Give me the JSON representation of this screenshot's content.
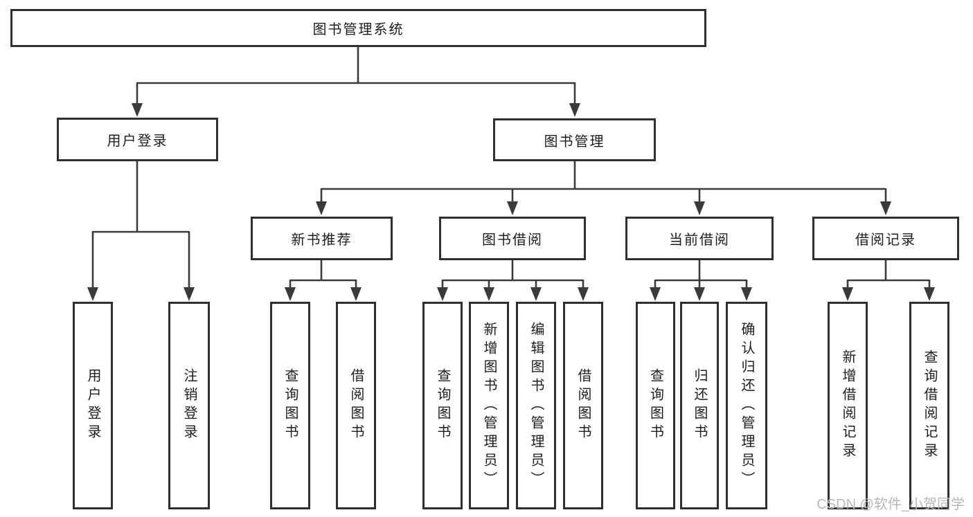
{
  "diagram": {
    "root": {
      "label": "图书管理系统"
    },
    "level2": [
      {
        "label": "用户登录"
      },
      {
        "label": "图书管理"
      }
    ],
    "level3": [
      {
        "label": "新书推荐"
      },
      {
        "label": "图书借阅"
      },
      {
        "label": "当前借阅"
      },
      {
        "label": "借阅记录"
      }
    ],
    "leaves": {
      "user_login": [
        "用户登录",
        "注销登录"
      ],
      "new_books": [
        "查询图书",
        "借阅图书"
      ],
      "book_borrow": [
        "查询图书",
        "新增图书（管理员）",
        "编辑图书（管理员）",
        "借阅图书"
      ],
      "current_borrow": [
        "查询图书",
        "归还图书",
        "确认归还（管理员）"
      ],
      "borrow_records": [
        "新增借阅记录",
        "查询借阅记录"
      ]
    }
  },
  "watermark": {
    "text": "CSDN @软件_小贺同学",
    "color": "#b7b7b7"
  },
  "colors": {
    "line": "#3a3a3a",
    "border": "#2f2f2f",
    "text": "#1d1d1d",
    "background": "#ffffff"
  }
}
